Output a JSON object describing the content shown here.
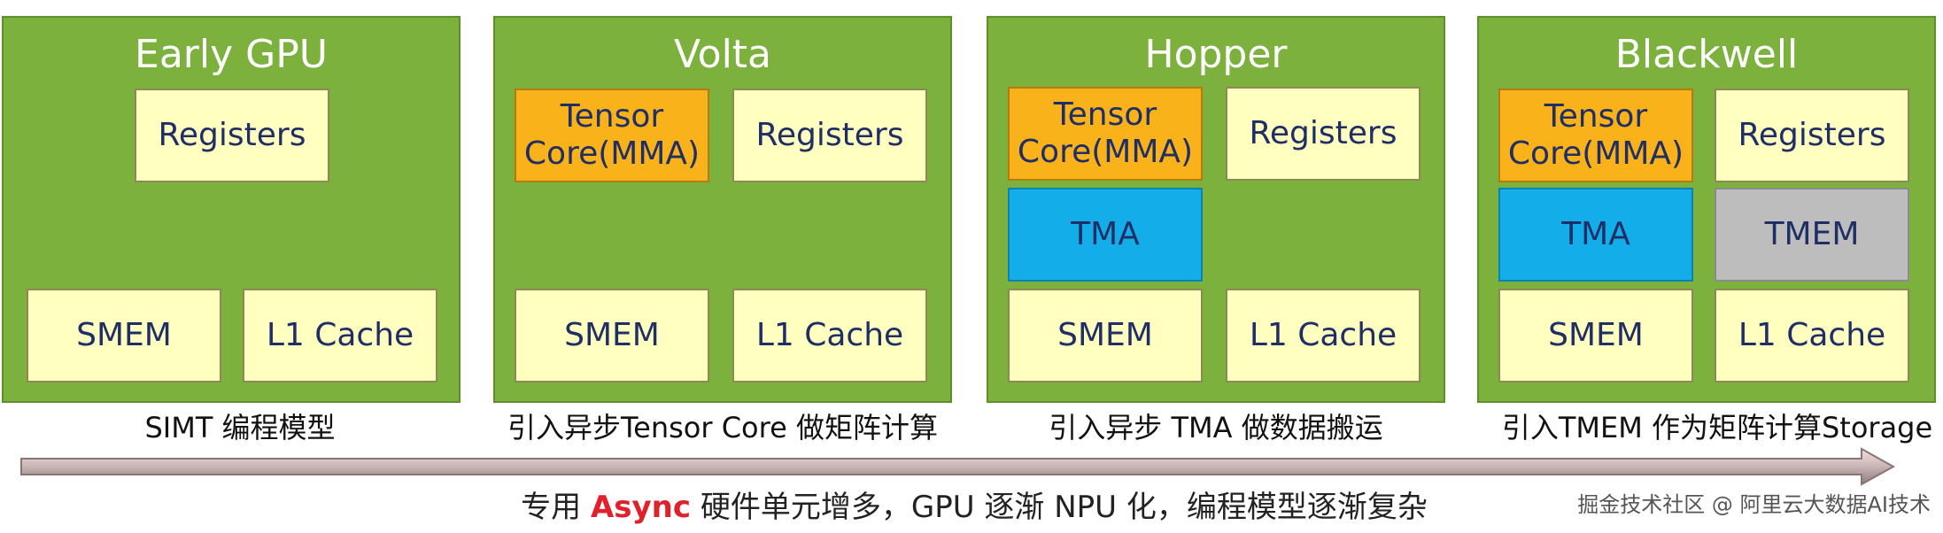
{
  "panels": [
    {
      "title": "Early GPU",
      "caption": "SIMT 编程模型",
      "boxes": {
        "registers": "Registers",
        "smem": "SMEM",
        "l1": "L1 Cache"
      }
    },
    {
      "title": "Volta",
      "caption": "引入异步Tensor Core 做矩阵计算",
      "boxes": {
        "tensor": "Tensor Core(MMA)",
        "registers": "Registers",
        "smem": "SMEM",
        "l1": "L1 Cache"
      }
    },
    {
      "title": "Hopper",
      "caption": "引入异步 TMA 做数据搬运",
      "boxes": {
        "tensor": "Tensor Core(MMA)",
        "registers": "Registers",
        "tma": "TMA",
        "smem": "SMEM",
        "l1": "L1 Cache"
      }
    },
    {
      "title": "Blackwell",
      "caption": "引入TMEM 作为矩阵计算Storage",
      "boxes": {
        "tensor": "Tensor Core(MMA)",
        "registers": "Registers",
        "tma": "TMA",
        "tmem": "TMEM",
        "smem": "SMEM",
        "l1": "L1 Cache"
      }
    }
  ],
  "bottom": {
    "prefix": "专用 ",
    "highlight": "Async",
    "suffix": " 硬件单元增多，GPU 逐渐 NPU 化，编程模型逐渐复杂"
  },
  "watermark": "掘金技术社区 @ 阿里云大数据AI技术",
  "colors": {
    "panel_green": "#7bb13c",
    "box_yellow": "#ffffc0",
    "tensor_orange": "#f9b21a",
    "tma_blue": "#13aee9",
    "tmem_gray": "#bdbdbd",
    "async_red": "#e0202a"
  }
}
